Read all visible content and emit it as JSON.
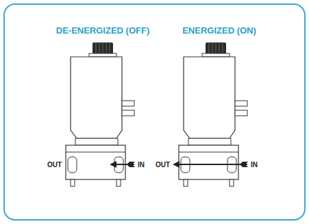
{
  "diagram": {
    "labels": [
      "DE-ENERGIZED (OFF)",
      "ENERGIZED (ON)",
      "OUT",
      "IN",
      "OUT",
      "IN"
    ]
  }
}
